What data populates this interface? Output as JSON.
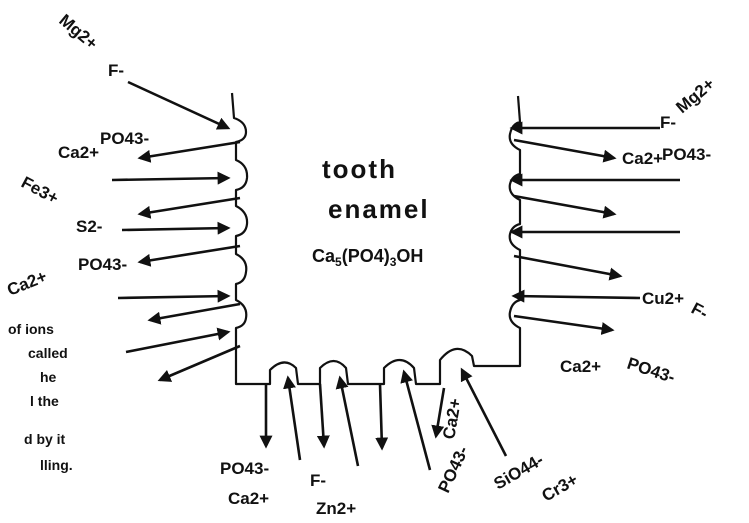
{
  "center": {
    "title_line1": "tooth",
    "title_line2": "enamel",
    "formula": "Ca5(PO4)3OH"
  },
  "labels": {
    "left_mg": "Mg2+",
    "left_f": "F-",
    "left_ca1": "Ca2+",
    "left_po1": "PO43-",
    "left_fe": "Fe3+",
    "left_s": "S2-",
    "left_ca2": "Ca2+",
    "left_po2": "PO43-",
    "right_f": "F-",
    "right_mg": "Mg2+",
    "right_ca1": "Ca2+",
    "right_po1": "PO43-",
    "right_cu": "Cu2+",
    "right_f2": "F-",
    "right_ca2": "Ca2+",
    "right_po2": "PO43-",
    "bottom_po": "PO43-",
    "bottom_ca": "Ca2+",
    "bottom_f": "F-",
    "bottom_zn": "Zn2+",
    "bottom_po_rot": "PO43-",
    "bottom_ca_rot": "Ca2+",
    "bottom_si": "SiO44-",
    "bottom_cr": "Cr3+"
  },
  "caption_fragments": [
    "of ions",
    "called",
    "he",
    "l the",
    "d by it",
    "lling."
  ]
}
